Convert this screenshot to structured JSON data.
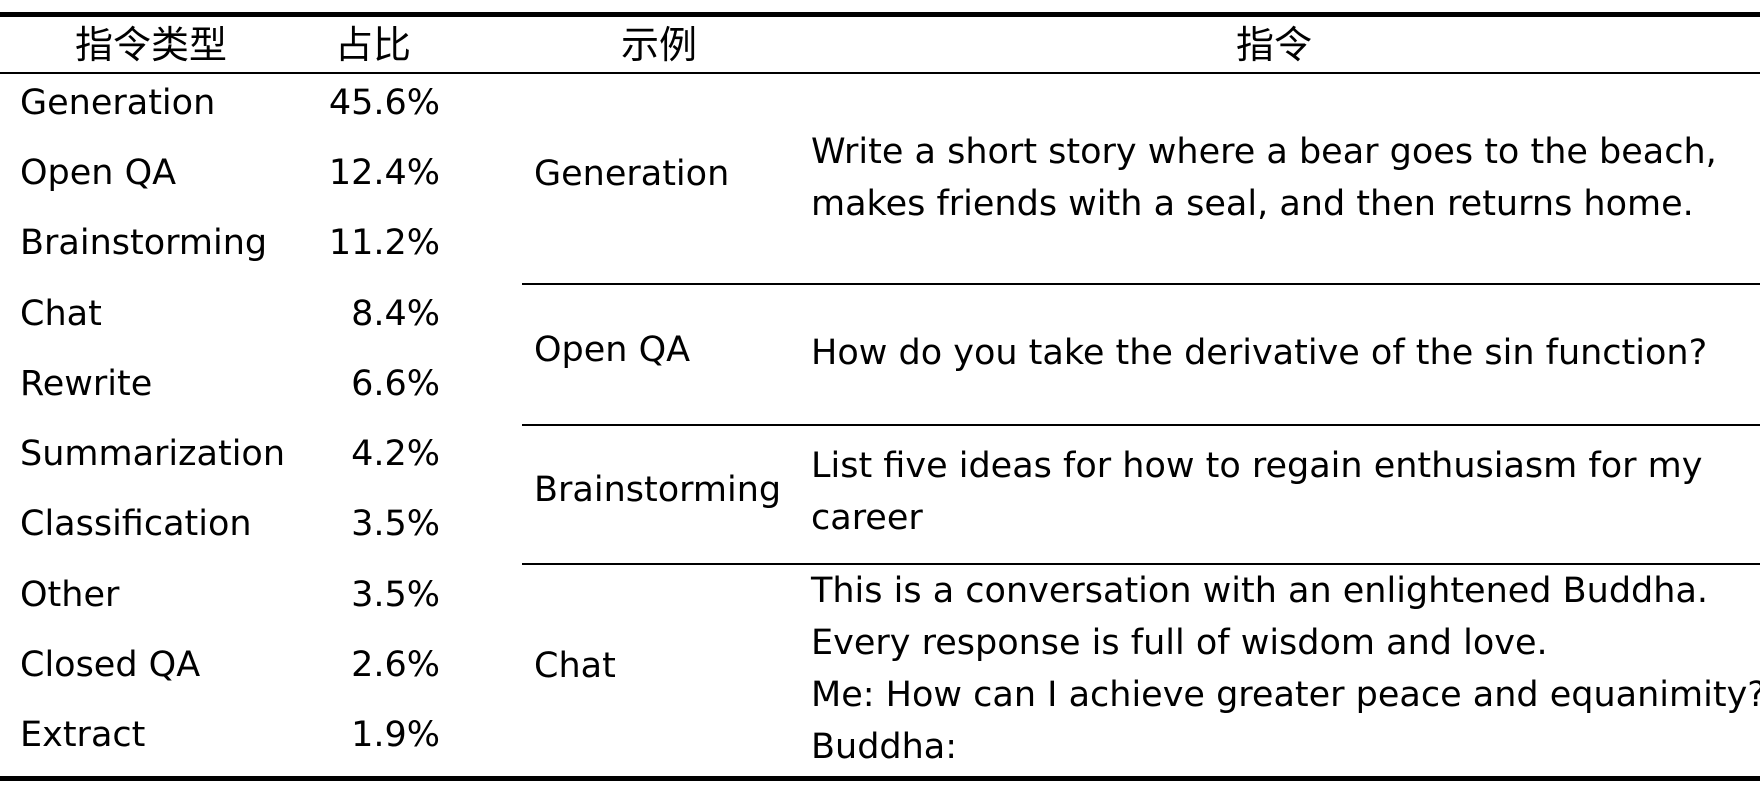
{
  "headers": {
    "type": "指令类型",
    "pct": "占比",
    "example": "示例",
    "instruction": "指令"
  },
  "distribution": [
    {
      "type": "Generation",
      "pct": "45.6%"
    },
    {
      "type": "Open QA",
      "pct": "12.4%"
    },
    {
      "type": "Brainstorming",
      "pct": "11.2%"
    },
    {
      "type": "Chat",
      "pct": "8.4%"
    },
    {
      "type": "Rewrite",
      "pct": "6.6%"
    },
    {
      "type": "Summarization",
      "pct": "4.2%"
    },
    {
      "type": "Classification",
      "pct": "3.5%"
    },
    {
      "type": "Other",
      "pct": "3.5%"
    },
    {
      "type": "Closed QA",
      "pct": "2.6%"
    },
    {
      "type": "Extract",
      "pct": "1.9%"
    }
  ],
  "examples": [
    {
      "type": "Generation",
      "lines": [
        "Write a short story where a bear goes to the beach,",
        "makes friends with a seal, and then returns home."
      ]
    },
    {
      "type": "Open QA",
      "lines": [
        "How do you take the derivative of the sin function?"
      ]
    },
    {
      "type": "Brainstorming",
      "lines": [
        "List five ideas for how to regain enthusiasm for my",
        "career"
      ]
    },
    {
      "type": "Chat",
      "lines": [
        "This is a conversation with an enlightened Buddha.",
        "Every response is full of wisdom and love.",
        "Me: How can I achieve greater peace and equanimity?",
        "Buddha:"
      ]
    }
  ]
}
